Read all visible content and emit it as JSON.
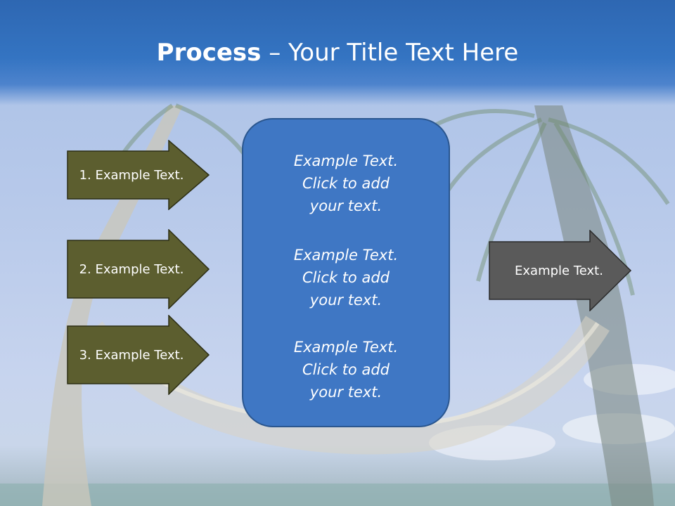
{
  "slide": {
    "title_bold": "Process",
    "title_separator": " – ",
    "title_rest": "Your Title Text Here"
  },
  "left_arrows": [
    {
      "label": "1. Example Text."
    },
    {
      "label": "2. Example Text."
    },
    {
      "label": "3. Example Text."
    }
  ],
  "center_box": {
    "blocks": [
      {
        "line1": "Example Text.",
        "line2": "Click  to add",
        "line3": "your text."
      },
      {
        "line1": "Example Text.",
        "line2": "Click  to add",
        "line3": "your text."
      },
      {
        "line1": "Example Text.",
        "line2": "Click  to add",
        "line3": "your text."
      }
    ]
  },
  "right_arrow": {
    "label": "Example Text."
  },
  "colors": {
    "title_bar": "#3474c2",
    "left_arrow_fill": "#5c5e2f",
    "center_box_fill": "#3f77c4",
    "right_arrow_fill": "#5a5a5a"
  }
}
